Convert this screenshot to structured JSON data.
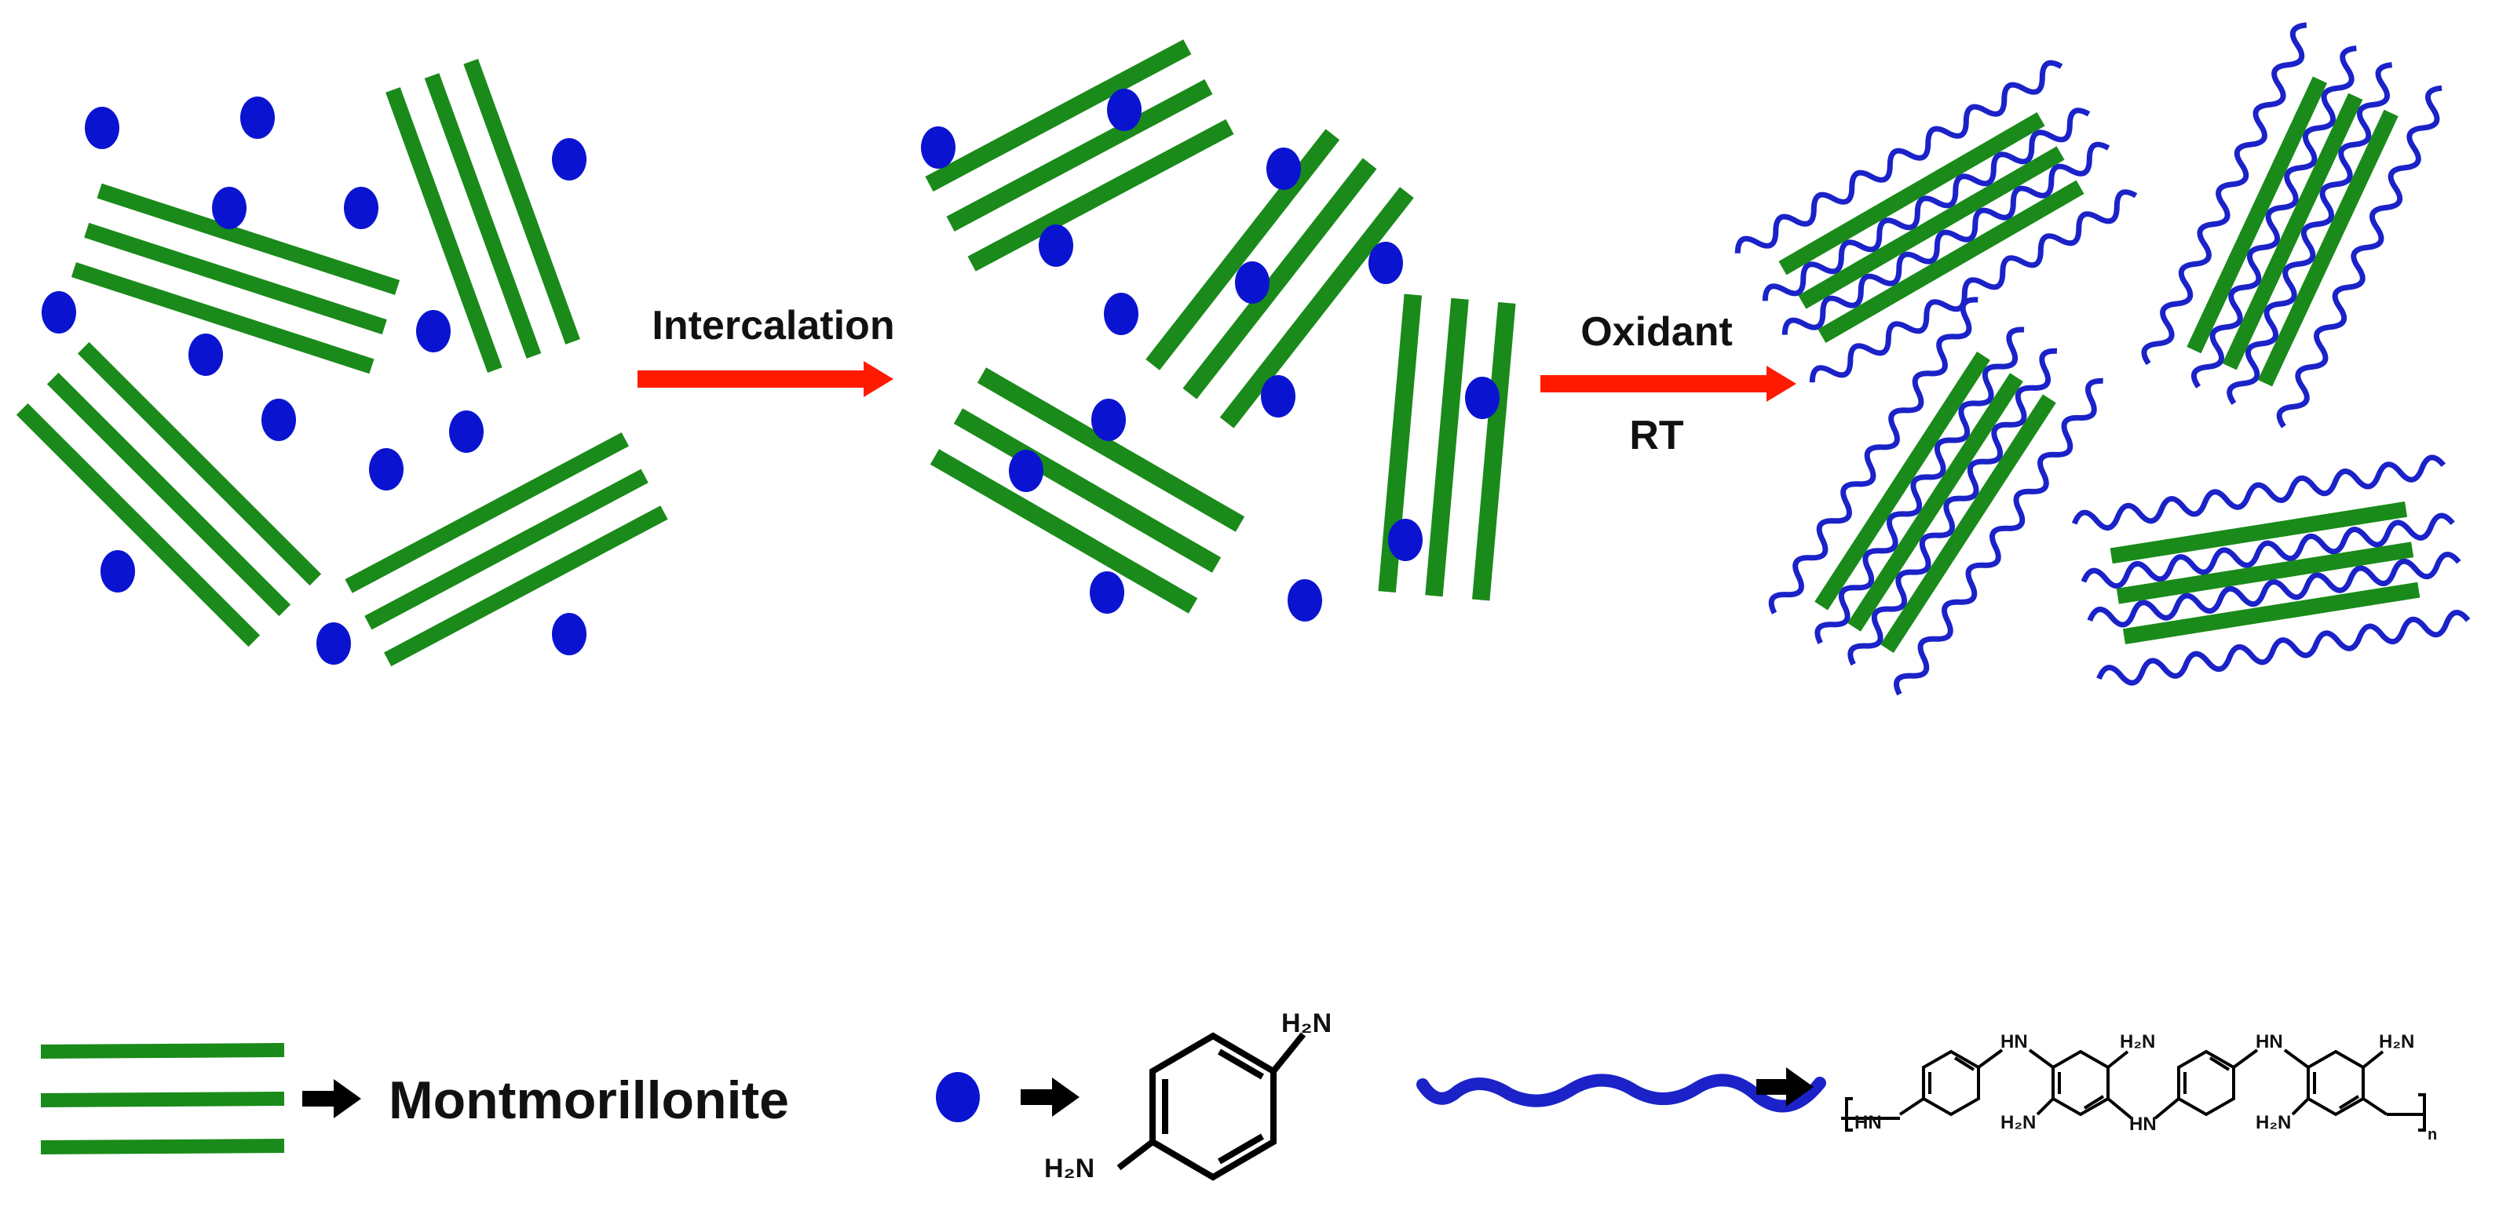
{
  "labels": {
    "step1": "Intercalation",
    "step2_line1": "Oxidant",
    "step2_line2": "RT",
    "legend_clay": "Montmorillonite"
  },
  "chem_labels": {
    "pda_top": "H₂N",
    "pda_bottom": "H₂N",
    "polymer_hn_left": "HN",
    "polymer_hn1": "HN",
    "polymer_hn2": "HN",
    "polymer_h2n_1": "H₂N",
    "polymer_h2n_2": "H₂N",
    "polymer_h2n_3": "H₂N",
    "polymer_h2n_4": "H₂N",
    "polymer_hn_mid": "HN",
    "polymer_n": "n"
  },
  "colors": {
    "clay": "#1a8a1a",
    "monomer": "#0a14d0",
    "polymer": "#1a22c8",
    "polymer_inner": "#1a5a8a",
    "arrow": "#ff1a00",
    "black": "#000000"
  },
  "icons": {
    "clay_layers": "three-green-bars",
    "monomer": "blue-dot",
    "polymer_chain": "blue-wavy-line",
    "reaction_arrow": "red-arrow",
    "legend_arrow": "black-arrow"
  }
}
